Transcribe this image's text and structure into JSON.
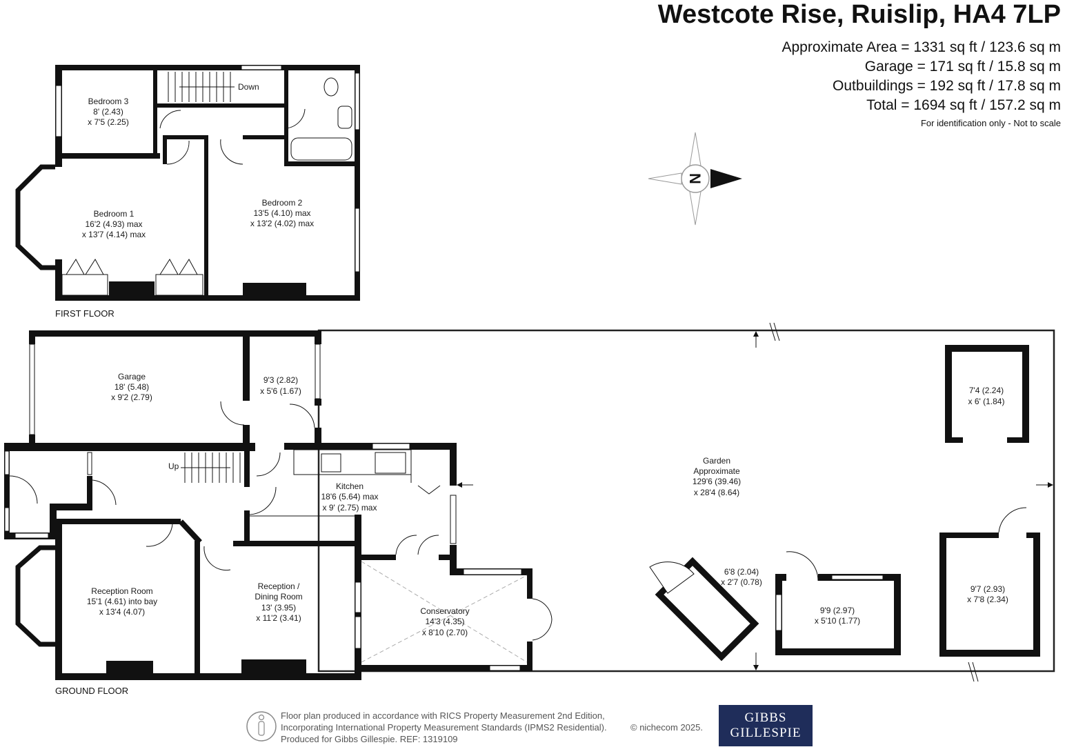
{
  "header": {
    "title": "Westcote Rise, Ruislip, HA4 7LP",
    "areas": [
      "Approximate Area = 1331 sq ft / 123.6 sq m",
      "Garage = 171 sq ft / 15.8 sq m",
      "Outbuildings = 192 sq ft / 17.8 sq m",
      "Total = 1694 sq ft / 157.2 sq m"
    ],
    "note": "For identification only - Not to scale"
  },
  "compass": {
    "letter": "N"
  },
  "first_floor": {
    "label": "FIRST FLOOR",
    "stairs_label": "Down",
    "rooms": {
      "bedroom3": [
        "Bedroom 3",
        "8' (2.43)",
        "x 7'5 (2.25)"
      ],
      "bedroom1": [
        "Bedroom 1",
        "16'2 (4.93) max",
        "x 13'7 (4.14) max"
      ],
      "bedroom2": [
        "Bedroom 2",
        "13'5 (4.10) max",
        "x 13'2 (4.02) max"
      ]
    }
  },
  "ground_floor": {
    "label": "GROUND FLOOR",
    "stairs_label": "Up",
    "rooms": {
      "garage": [
        "Garage",
        "18' (5.48)",
        "x 9'2 (2.79)"
      ],
      "utility": [
        "9'3 (2.82)",
        "x 5'6 (1.67)"
      ],
      "kitchen": [
        "Kitchen",
        "18'6 (5.64) max",
        "x 9' (2.75) max"
      ],
      "reception": [
        "Reception Room",
        "15'1 (4.61) into bay",
        "x 13'4 (4.07)"
      ],
      "dining": [
        "Reception /",
        "Dining Room",
        "13' (3.95)",
        "x 11'2 (3.41)"
      ],
      "conservatory": [
        "Conservatory",
        "14'3 (4.35)",
        "x 8'10 (2.70)"
      ],
      "garden": [
        "Garden",
        "Approximate",
        "129'6 (39.46)",
        "x 28'4 (8.64)"
      ],
      "shed_top": [
        "7'4 (2.24)",
        "x 6' (1.84)"
      ],
      "shed_small": [
        "6'8 (2.04)",
        "x 2'7 (0.78)"
      ],
      "shed_mid": [
        "9'9 (2.97)",
        "x 5'10 (1.77)"
      ],
      "shed_right": [
        "9'7 (2.93)",
        "x 7'8 (2.34)"
      ]
    }
  },
  "footer": {
    "lines": [
      "Floor plan produced in accordance with RICS Property Measurement 2nd Edition,",
      "Incorporating International Property Measurement Standards (IPMS2 Residential).",
      "Produced for Gibbs Gillespie.   REF:  1319109"
    ],
    "copyright": "© nichecom 2025.",
    "logo": [
      "GIBBS",
      "GILLESPIE"
    ]
  },
  "colors": {
    "wall": "#111111",
    "logo_bg": "#1f2d5a",
    "garden_line": "#222222"
  }
}
